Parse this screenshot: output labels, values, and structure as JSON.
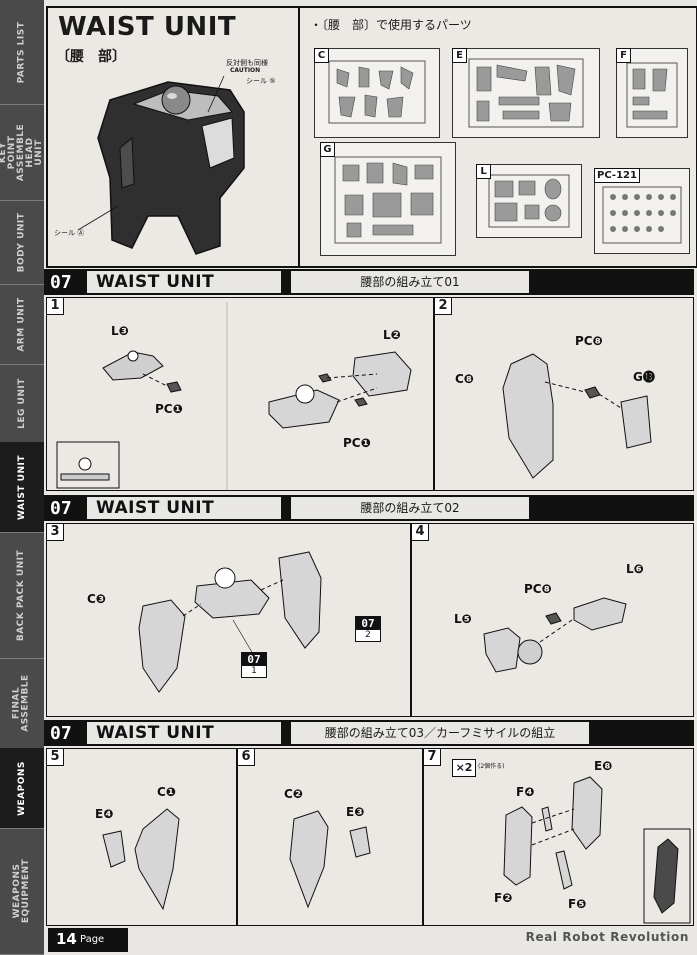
{
  "sidebar": {
    "tabs": [
      {
        "label": "PARTS LIST",
        "active": false
      },
      {
        "label": "KEY POINT ASSEMBLE HEAD UNIT",
        "active": false
      },
      {
        "label": "BODY UNIT",
        "active": false
      },
      {
        "label": "ARM UNIT",
        "active": false
      },
      {
        "label": "LEG UNIT",
        "active": false
      },
      {
        "label": "WAIST UNIT",
        "active": true
      },
      {
        "label": "BACK PACK UNIT",
        "active": false
      },
      {
        "label": "FINAL ASSEMBLE",
        "active": false
      },
      {
        "label": "WEAPONS",
        "active": true
      },
      {
        "label": "WEAPONS EQUIPMENT",
        "active": false
      }
    ]
  },
  "top": {
    "title": "WAIST UNIT",
    "subtitle": "〔腰　部〕",
    "note1": "反対側も同様",
    "note1b": "CAUTION",
    "seal_top": "シール",
    "seal_top_id": "⑤",
    "seal_bottom": "シール",
    "seal_bottom_id": "Ⓐ",
    "parts_heading": "・〔腰　部〕で使用するパーツ",
    "runners": [
      "C",
      "E",
      "F",
      "G",
      "L",
      "PC-121"
    ]
  },
  "sections": [
    {
      "num": "07",
      "title": "WAIST UNIT",
      "sub": "腰部の組み立て01"
    },
    {
      "num": "07",
      "title": "WAIST UNIT",
      "sub": "腰部の組み立て02"
    },
    {
      "num": "07",
      "title": "WAIST UNIT",
      "sub": "腰部の組み立て03／カーフミサイルの組立"
    }
  ],
  "steps": {
    "s1": {
      "num": "1",
      "l3": "L❸",
      "l2": "L❷",
      "pc1a": "PC❶",
      "pc1b": "PC❶"
    },
    "s2": {
      "num": "2",
      "pc8": "PC❽",
      "c8": "C❽",
      "g13": "G⓭"
    },
    "s3": {
      "num": "3",
      "c3": "C❸",
      "ref_a_top": "07",
      "ref_a_bot": "2",
      "ref_b_top": "07",
      "ref_b_bot": "1"
    },
    "s4": {
      "num": "4",
      "l6": "L❻",
      "pc8": "PC❽",
      "l5": "L❺"
    },
    "s5": {
      "num": "5",
      "c1": "C❶",
      "e4": "E❹"
    },
    "s6": {
      "num": "6",
      "c2": "C❷",
      "e3": "E❸"
    },
    "s7": {
      "num": "7",
      "multiplier": "×2",
      "multiplier_note": "(2個作る)",
      "e8": "E❽",
      "f4": "F❹",
      "f2": "F❷",
      "f5": "F❺"
    }
  },
  "footer": {
    "page_num": "14",
    "page_label": "Page",
    "brand": "Real Robot Revolution"
  }
}
